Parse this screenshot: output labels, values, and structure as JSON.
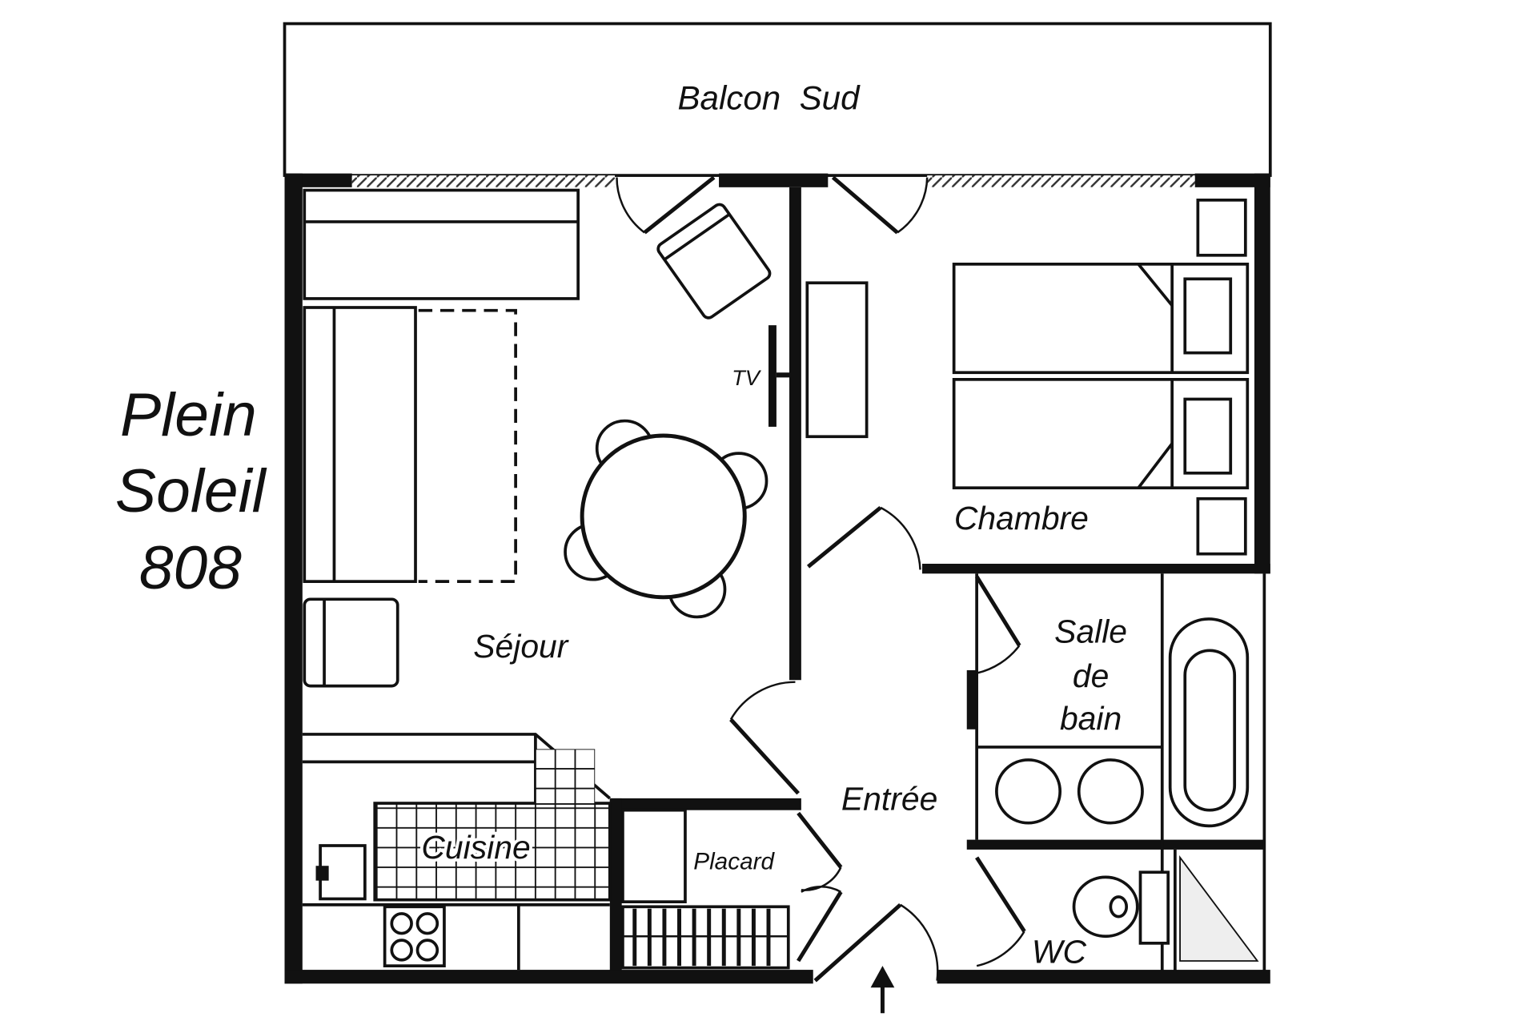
{
  "plan": {
    "title_lines": [
      "Plein",
      "Soleil",
      "808"
    ],
    "rooms": {
      "balcony": "Balcon  Sud",
      "tv": "TV",
      "bedroom": "Chambre",
      "living": "Séjour",
      "bathroom_lines": [
        "Salle",
        "de",
        "bain"
      ],
      "entrance": "Entrée",
      "kitchen": "Cuisine",
      "closet": "Placard",
      "wc": "WC"
    },
    "colors": {
      "ink": "#111111",
      "background": "#ffffff"
    }
  }
}
